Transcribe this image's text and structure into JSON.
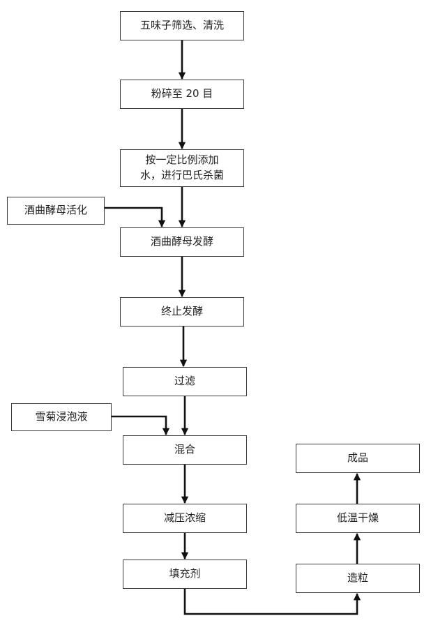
{
  "flowchart": {
    "steps": {
      "screen_wash": "五味子筛选、清洗",
      "grind": "粉碎至 20 目",
      "add_water": "按一定比例添加\n水，进行巴氏杀菌",
      "yeast_activation": "酒曲酵母活化",
      "ferment": "酒曲酵母发酵",
      "stop_ferment": "终止发酵",
      "filter": "过滤",
      "snow_chrysanthemum": "雪菊浸泡液",
      "mix": "混合",
      "concentrate": "减压浓缩",
      "filler": "填充剂",
      "granulate": "造粒",
      "dry": "低温干燥",
      "product": "成品"
    }
  }
}
